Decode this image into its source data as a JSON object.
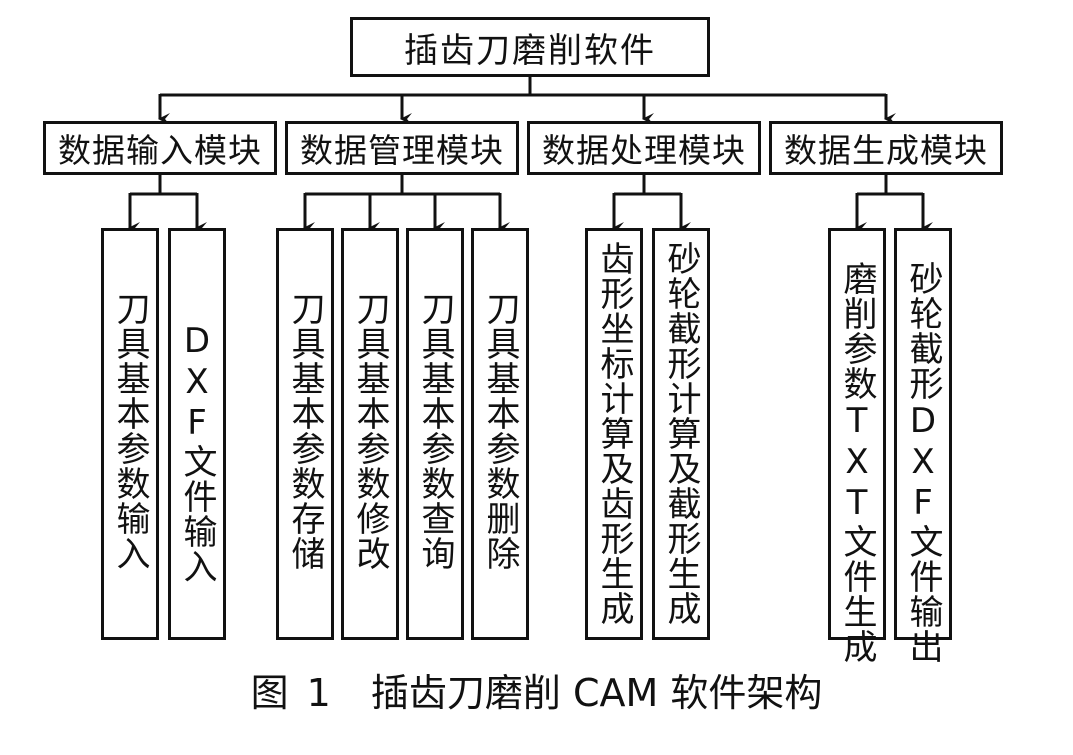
{
  "root": {
    "label": "插齿刀磨削软件"
  },
  "modules": [
    {
      "label": "数据输入模块",
      "children": [
        "刀具基本参数输入",
        "DXF文件输入"
      ]
    },
    {
      "label": "数据管理模块",
      "children": [
        "刀具基本参数存储",
        "刀具基本参数修改",
        "刀具基本参数查询",
        "刀具基本参数删除"
      ]
    },
    {
      "label": "数据处理模块",
      "children": [
        "齿形坐标计算及齿形生成",
        "砂轮截形计算及截形生成"
      ]
    },
    {
      "label": "数据生成模块",
      "children": [
        "磨削参数TXT文件生成",
        "砂轮截形DXF文件输出"
      ]
    }
  ],
  "caption": {
    "figure": "图",
    "number": "1",
    "title": "插齿刀磨削 CAM 软件架构"
  },
  "colors": {
    "line": "#111111",
    "background": "#ffffff"
  }
}
